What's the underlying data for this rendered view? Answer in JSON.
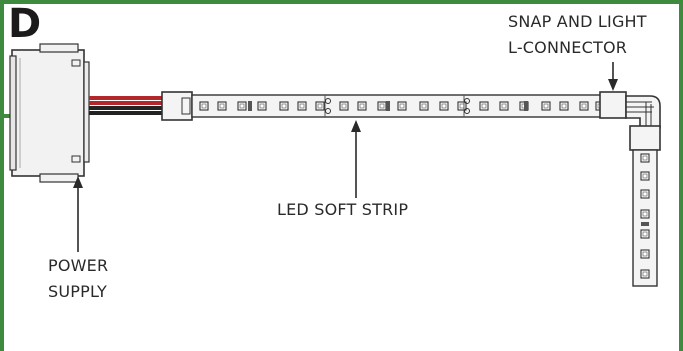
{
  "panel_letter": "D",
  "labels": {
    "connector_line1": "SNAP AND LIGHT",
    "connector_line2": "L-CONNECTOR",
    "strip": "LED SOFT STRIP",
    "power_line1": "POWER",
    "power_line2": "SUPPLY"
  },
  "colors": {
    "frame": "#3e8a3f",
    "outline": "#333333",
    "wire_red": "#b3262a",
    "wire_black": "#222222",
    "strip_fill": "#f4f4f4"
  }
}
